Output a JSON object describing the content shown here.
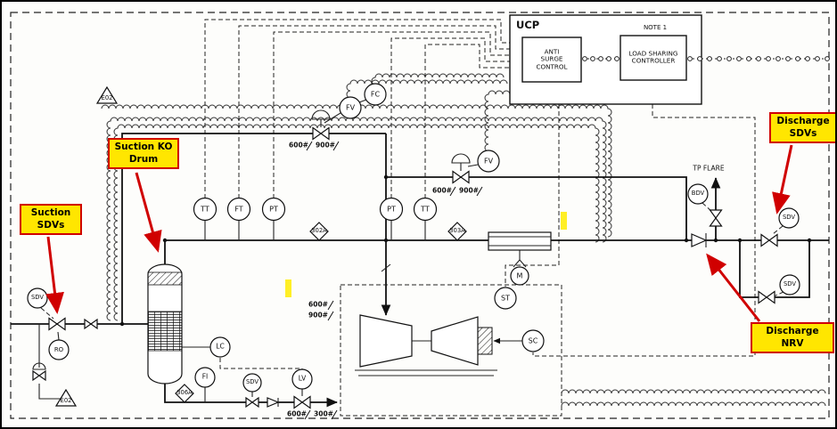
{
  "ucp": {
    "title": "UCP",
    "note": "NOTE 1",
    "anti_surge_label": "ANTI\nSURGE\nCONTROL",
    "load_sharing_label": "LOAD SHARING\nCONTROLLER"
  },
  "instruments": {
    "fv": "FV",
    "fc": "FC",
    "tt": "TT",
    "ft": "FT",
    "pt": "PT",
    "st": "ST",
    "sc": "SC",
    "m": "M",
    "lc": "LC",
    "fi": "FI",
    "lv": "LV",
    "sdv": "SDV",
    "ro": "RO",
    "bdv": "BDV"
  },
  "ratings": {
    "r600": "600#",
    "r900": "900#",
    "r300": "300#"
  },
  "line_tags": {
    "t302a": "302A",
    "t303a": "303A",
    "t306a": "306A"
  },
  "misc": {
    "tp_flare": "TP FLARE",
    "e02": "E02"
  },
  "callouts": {
    "suction_sdvs": "Suction\nSDVs",
    "suction_ko_drum": "Suction KO\nDrum",
    "discharge_sdvs": "Discharge\nSDVs",
    "discharge_nrv": "Discharge\nNRV"
  },
  "colors": {
    "callout_bg": "#ffe600",
    "callout_border": "#d00000",
    "arrow_red": "#d00000",
    "line": "#111111",
    "highlight": "#ffec00"
  }
}
